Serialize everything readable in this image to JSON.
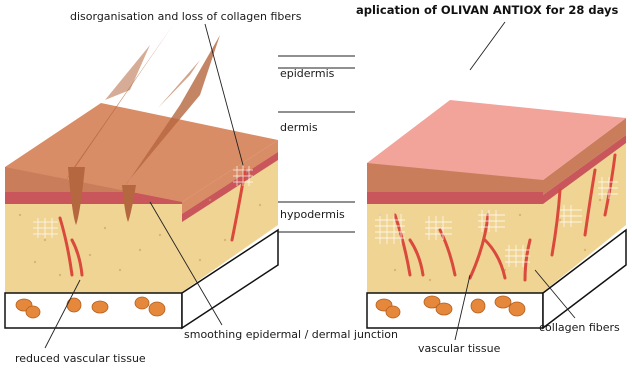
{
  "labels": {
    "collagen_loss": "disorganisation and loss of collagen fibers",
    "treatment": "aplication of OLIVAN ANTIOX for 28 days",
    "epidermis": "epidermis",
    "dermis": "dermis",
    "hypodermis": "hypodermis",
    "junction": "smoothing epidermal / dermal junction",
    "reduced_vascular": "reduced vascular tissue",
    "vascular": "vascular tissue",
    "collagen": "collagen fibers"
  },
  "colors": {
    "aged_epidermis_top": "#d98d67",
    "treated_epidermis_top": "#f2a39a",
    "epidermis_side": "#c97d5a",
    "dermis": "#c8565a",
    "hypodermis": "#f0d494",
    "fat_cell": "#e5883c",
    "vessel": "#d94a3c"
  }
}
